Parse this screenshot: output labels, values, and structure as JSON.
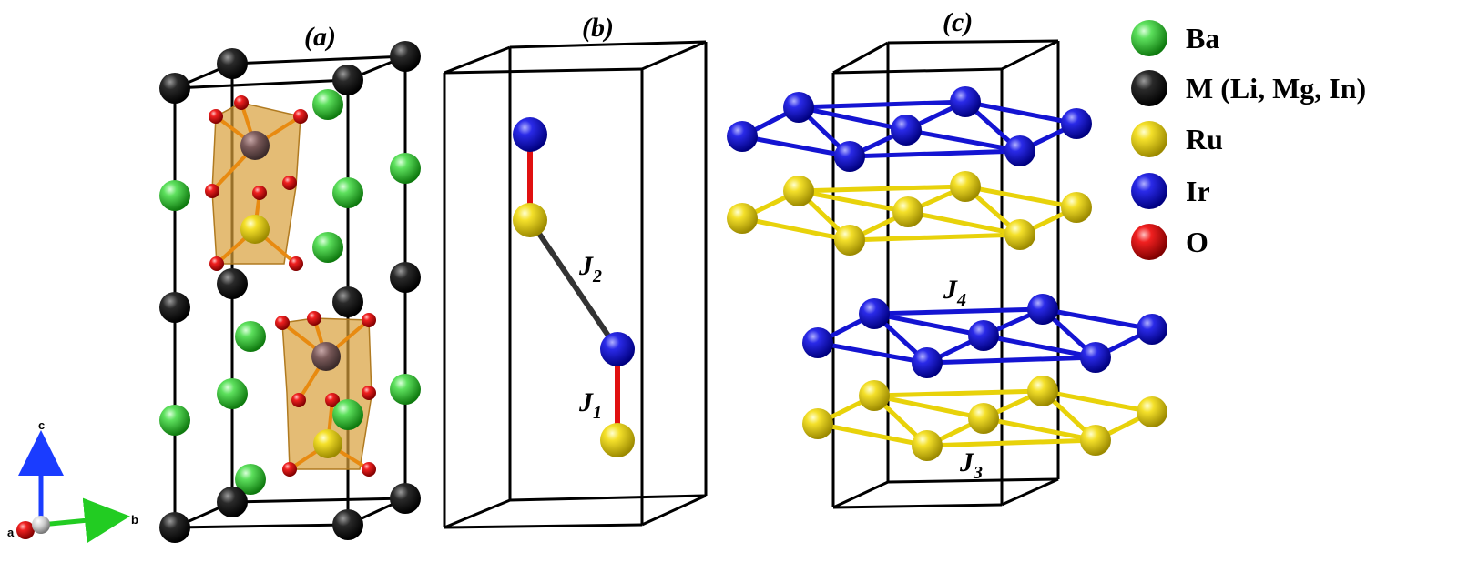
{
  "panels": {
    "a": "(a)",
    "b": "(b)",
    "c": "(c)"
  },
  "legend": [
    {
      "symbol": "Ba",
      "label": "Ba",
      "color": "#32c832"
    },
    {
      "symbol": "M",
      "label": "M (Li, Mg, In)",
      "color": "#1a1a1a"
    },
    {
      "symbol": "Ru",
      "label": "Ru",
      "color": "#e8d20a"
    },
    {
      "symbol": "Ir",
      "label": "Ir",
      "color": "#1414d2"
    },
    {
      "symbol": "O",
      "label": "O",
      "color": "#e01010"
    }
  ],
  "couplings": {
    "j1": {
      "letter": "J",
      "sub": "1"
    },
    "j2": {
      "letter": "J",
      "sub": "2"
    },
    "j3": {
      "letter": "J",
      "sub": "3"
    },
    "j4": {
      "letter": "J",
      "sub": "4"
    }
  },
  "axes": {
    "c": "c",
    "b": "b",
    "a": "a"
  },
  "colors": {
    "ba": "#32c832",
    "m": "#1a1a1a",
    "ru": "#e8d20a",
    "ir": "#1414d2",
    "o": "#e01010",
    "octahedron": "#d9a03a",
    "bond_j1": "#e01010",
    "bond_j2": "#333333"
  }
}
